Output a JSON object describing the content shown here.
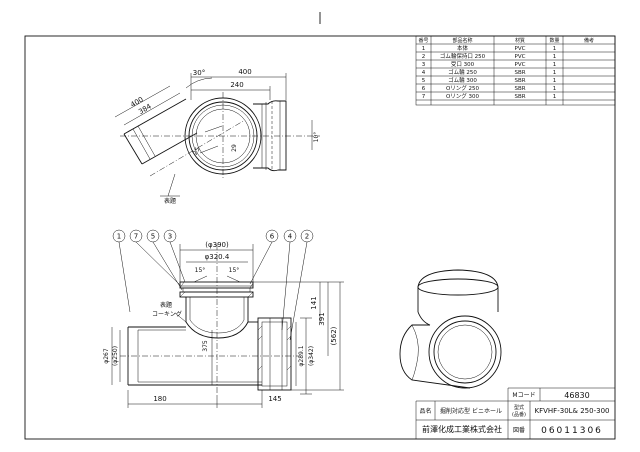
{
  "parts_table": {
    "headers": [
      "番号",
      "部品名称",
      "材質",
      "数量",
      "備考"
    ],
    "rows": [
      [
        "1",
        "本体",
        "PVC",
        "1",
        ""
      ],
      [
        "2",
        "ゴム輪保持口 250",
        "PVC",
        "1",
        ""
      ],
      [
        "3",
        "受口 300",
        "PVC",
        "1",
        ""
      ],
      [
        "4",
        "ゴム輪 250",
        "SBR",
        "1",
        ""
      ],
      [
        "5",
        "ゴム輪 300",
        "SBR",
        "1",
        ""
      ],
      [
        "6",
        "Oリング 250",
        "SBR",
        "1",
        ""
      ],
      [
        "7",
        "Oリング 300",
        "SBR",
        "1",
        ""
      ]
    ]
  },
  "dims_top": {
    "d400a": "400",
    "d400b": "400",
    "d384": "384",
    "d240": "240",
    "a30": "30°",
    "a10": "10°",
    "d29": "29",
    "d25": "25"
  },
  "label_kanban": "表題",
  "front": {
    "balloons": [
      "1",
      "7",
      "5",
      "3",
      "6",
      "4",
      "2"
    ],
    "d390": "(φ390)",
    "d3204": "φ320.4",
    "a15l": "15°",
    "a15r": "15°",
    "label_top": "表題",
    "label_caulk": "コーキング",
    "d141": "141",
    "d391": "391",
    "d562": "(562)",
    "d375": "375",
    "d267": "φ267",
    "d250": "(φ250)",
    "d2891": "φ289.1",
    "d342": "(φ342)",
    "d180": "180",
    "d145": "145"
  },
  "title_block": {
    "mcode_label": "Mコード",
    "mcode": "46830",
    "name_label": "品名",
    "name": "掘削対応型 ビニホール",
    "model_label": "型式",
    "model_sub": "(品番)",
    "model": "KFVHF-30L& 250-300",
    "company": "前澤化成工業株式会社",
    "docno_label": "図番",
    "docno": "06011306"
  }
}
